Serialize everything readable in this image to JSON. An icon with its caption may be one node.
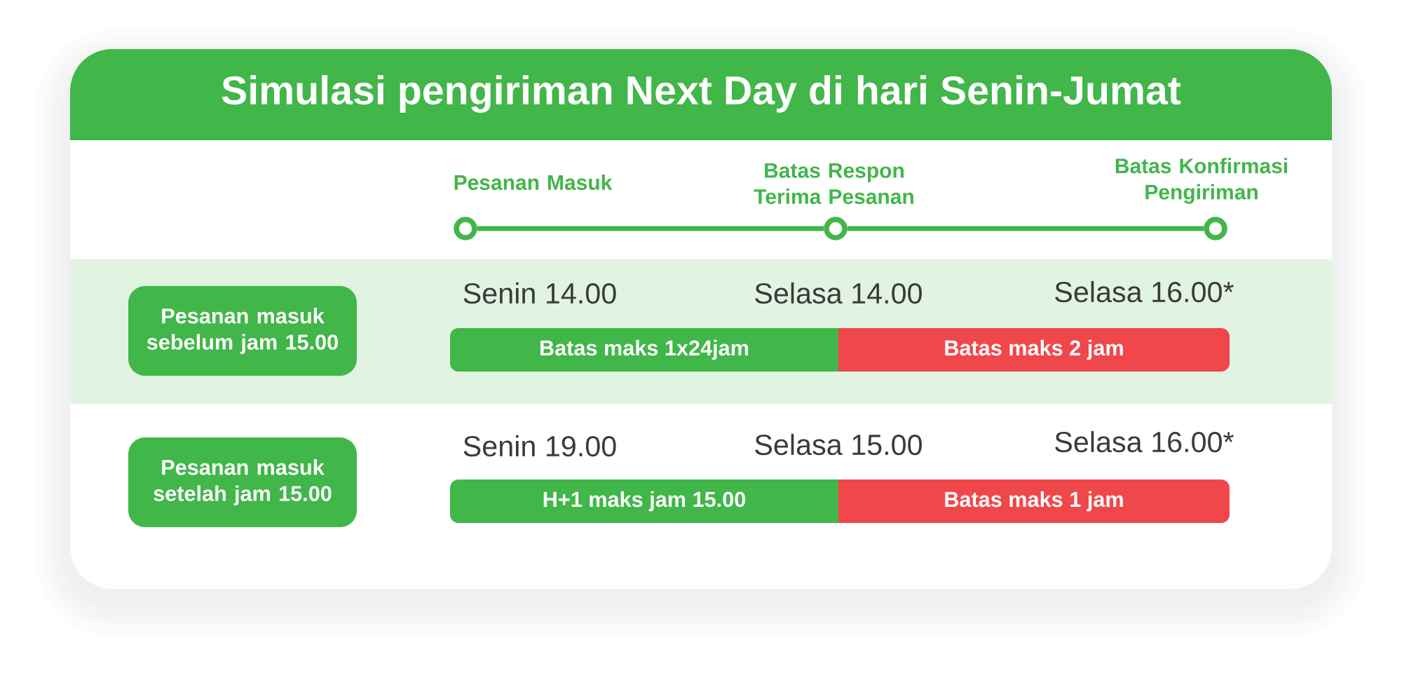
{
  "diagram": {
    "title": "Simulasi pengiriman Next Day di hari Senin-Jumat",
    "nodes": [
      {
        "text": [
          "Pesanan Masuk"
        ]
      },
      {
        "text": [
          "Batas Respon Terima Pesanan"
        ]
      },
      {
        "text": [
          "Batas Konfirmasi Pengiriman"
        ]
      },
      {
        "text": [
          "Pesanan masuk sebelum jam 15.00"
        ]
      },
      {
        "text": [
          "Batas maks 1x24jam"
        ]
      },
      {
        "text": [
          "Batas maks 2 jam"
        ]
      },
      {
        "text": [
          "Pesanan masuk setelah jam 15.00"
        ]
      },
      {
        "text": [
          "H+1 maks jam 15.00"
        ]
      },
      {
        "text": [
          "Batas maks 1 jam"
        ]
      }
    ],
    "edges": [
      {
        "from": 0,
        "to": 1,
        "arrow": "none"
      },
      {
        "from": 1,
        "to": 2,
        "arrow": "none"
      }
    ],
    "labels": [
      "Senin 14.00",
      "Selasa 14.00",
      "Selasa 16.00*",
      "Senin 19.00",
      "Selasa 15.00",
      "Selasa 16.00*"
    ]
  }
}
